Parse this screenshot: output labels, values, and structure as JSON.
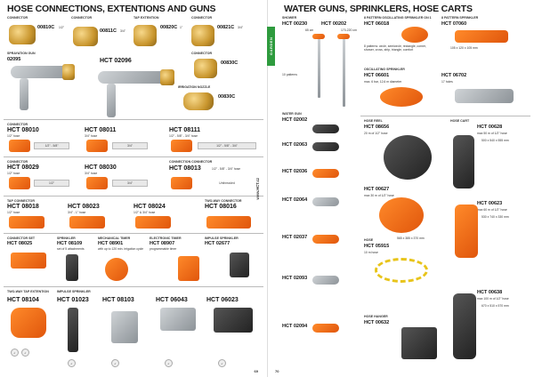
{
  "left": {
    "title": "HOSE CONNECTIONS, EXTENTIONS AND GUNS",
    "page_number": "69",
    "sections": {
      "connector": "CONNECTOR",
      "tap_extention": "TAP EXTENTION",
      "spray_gun": "SPRAYATION GUN",
      "irrigation_nozzle": "IRRIGATION NOZZLE",
      "connection_connector": "CONNECTION CONNECTOR",
      "tap_connector": "TAP CONNECTOR",
      "two_way_connector": "TWO-WAY CONNECTOR",
      "connector_set": "CONNECTOR SET",
      "sprinkler": "SPRINKLER",
      "mechanical_timer": "MECHANICAL TIMER",
      "electronic_timer": "ELECTRONIC TIMER",
      "impulse_sprinkler": "IMPULSE SPRINKLER",
      "two_way_tap_extention": "TWO-WAY TAP EXTENTION",
      "impulse_sprinkler_2": "IMPULSE SPRINKLER"
    },
    "top_codes": [
      "00810C",
      "00811C",
      "00820C",
      "00821C"
    ],
    "top_sizes": [
      "1/2\"",
      "3/4\"",
      "1\"",
      "3/4\""
    ],
    "gun_code": "02095",
    "gun2_code": "HCT 02096",
    "connector_830": "00830C",
    "nozzle_code": "00830C",
    "row1": [
      {
        "code": "HCT 08010",
        "desc": "1/2\" hose",
        "label": "1/2\" - 5/8\""
      },
      {
        "code": "HCT 08011",
        "desc": "3/4\" hose",
        "label": "3/4\""
      },
      {
        "code": "HCT 08111",
        "desc": "1/2\" - 5/8\" - 3/4\" hose",
        "label": "1/2\" - 5/8\" - 3/4\""
      }
    ],
    "row2": [
      {
        "code": "HCT 08029",
        "desc": "1/2\" hose",
        "label": "1/2\""
      },
      {
        "code": "HCT 08030",
        "desc": "3/4\" hose",
        "label": "3/4\""
      },
      {
        "code": "HCT 08013",
        "desc": "1/2\" - 5/8\" - 3/4\" hose",
        "label": "Unthreaded"
      }
    ],
    "row3": [
      {
        "code": "HCT 08018",
        "desc": "1/2\" hose"
      },
      {
        "code": "HCT 08023",
        "desc": "3/4\" - 1\" hose"
      },
      {
        "code": "HCT 08024",
        "desc": "1/2\" & 3/4\" hose"
      },
      {
        "code": "HCT 08016",
        "desc": ""
      }
    ],
    "row4": [
      {
        "code": "HCT 08025",
        "desc": ""
      },
      {
        "code": "HCT 08109",
        "desc": "set of 5 attachments"
      },
      {
        "code": "HCT 08901",
        "desc": "with up to 120 min. irrigation cycle"
      },
      {
        "code": "HCT 08907",
        "desc": "programmable timer"
      },
      {
        "code": "HCT 02677",
        "desc": ""
      }
    ],
    "row5": [
      {
        "code": "HCT 08104",
        "desc": ""
      },
      {
        "code": "HCT 01023",
        "desc": ""
      },
      {
        "code": "HCT 08103",
        "desc": ""
      },
      {
        "code": "HCT 06043",
        "desc": ""
      },
      {
        "code": "HCT 06023",
        "desc": ""
      }
    ]
  },
  "right": {
    "title": "WATER GUNS, SPRINKLERS, HOSE CARTS",
    "page_number": "70",
    "garden_tab": "GARDEN",
    "site_url": "www.HCT.cz",
    "sections": {
      "shower": "SHOWER",
      "eight_pattern_oscillating": "8 PATTERN OSCILLATING SPRINKLER ON 1",
      "pattern_sprinkler": "8 PATTERN SPRINKLER",
      "oscillating_sprinkler": "OSCILLATING SPRINKLER",
      "water_gun": "WATER GUN",
      "hose_reel": "HOSE REEL",
      "hose_cart": "HOSE CART",
      "hose": "HOSE",
      "hose_hanger": "HOSE HANGER"
    },
    "shower_codes": [
      {
        "code": "HCT 00230",
        "desc": "65 cm"
      },
      {
        "code": "HCT 00202",
        "desc": "170-220 cm"
      }
    ],
    "shower_note": "10 patterns",
    "guns": [
      "HCT 02002",
      "HCT 02063",
      "HCT 02036",
      "HCT 02064",
      "HCT 02037",
      "HCT 02093",
      "HCT 02094"
    ],
    "sprinklers": [
      {
        "code": "HCT 06018",
        "desc": "8 patterns: circle, semicircle, rectangle, corner, shower, cross, strip, triangle, comfort"
      },
      {
        "code": "HCT 07060",
        "desc": "105 x 120 x 105 mm"
      },
      {
        "code": "HCT 06601",
        "desc": "max. 6 bar, 12,6 m diameter"
      },
      {
        "code": "HCT 06702",
        "desc": "17 holes"
      }
    ],
    "reels": [
      {
        "code": "HCT 08656",
        "desc": "20 m of 1/2\" hose"
      },
      {
        "code": "HCT 00627",
        "desc": "max 30 m of 1/2\" hose",
        "dim": "565 x 385 x 370 mm"
      },
      {
        "code": "HCT 05915",
        "desc": "",
        "dim": "10 m hose"
      },
      {
        "code": "HCT 00632",
        "desc": ""
      }
    ],
    "carts": [
      {
        "code": "HCT 00628",
        "desc": "max 50 m of 1/2\" hose",
        "dim": "500 x 540 x 555 mm"
      },
      {
        "code": "HCT 00623",
        "desc": "max 60 m of 1/2\" hose",
        "dim": "530 x 740 x 330 mm"
      },
      {
        "code": "HCT 00638",
        "desc": "max 100 m of 1/2\" hose",
        "dim": "670 x 510 x 570 mm"
      }
    ]
  },
  "colors": {
    "accent_orange": "#e8650f",
    "garden_green": "#2e9b3e",
    "brass": "#c9962e"
  }
}
